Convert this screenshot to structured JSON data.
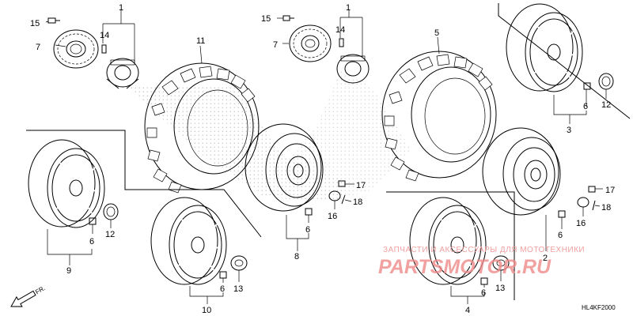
{
  "diagram_code": "HL4KF2000",
  "front_arrow_label": "FR.",
  "watermark": {
    "line1": "ЗАПЧАСТИ И АКСЕССУАРЫ ДЛЯ МОТОТЕХНИКИ",
    "line2": "PARTSMOTOR.RU"
  },
  "callouts": [
    {
      "id": "c15a",
      "text": "15"
    },
    {
      "id": "c1a",
      "text": "1"
    },
    {
      "id": "c7a",
      "text": "7"
    },
    {
      "id": "c14a",
      "text": "14"
    },
    {
      "id": "c11",
      "text": "11"
    },
    {
      "id": "c15b",
      "text": "15"
    },
    {
      "id": "c1b",
      "text": "1"
    },
    {
      "id": "c7b",
      "text": "7"
    },
    {
      "id": "c14b",
      "text": "14"
    },
    {
      "id": "c5",
      "text": "5"
    },
    {
      "id": "c6a",
      "text": "6"
    },
    {
      "id": "c12a",
      "text": "12"
    },
    {
      "id": "c3",
      "text": "3"
    },
    {
      "id": "c17a",
      "text": "17"
    },
    {
      "id": "c18a",
      "text": "18"
    },
    {
      "id": "c16a",
      "text": "16"
    },
    {
      "id": "c6b",
      "text": "6"
    },
    {
      "id": "c8",
      "text": "8"
    },
    {
      "id": "c6c",
      "text": "6"
    },
    {
      "id": "c12b",
      "text": "12"
    },
    {
      "id": "c9",
      "text": "9"
    },
    {
      "id": "c6d",
      "text": "6"
    },
    {
      "id": "c13a",
      "text": "13"
    },
    {
      "id": "c10",
      "text": "10"
    },
    {
      "id": "c17b",
      "text": "17"
    },
    {
      "id": "c18b",
      "text": "18"
    },
    {
      "id": "c16b",
      "text": "16"
    },
    {
      "id": "c6e",
      "text": "6"
    },
    {
      "id": "c2",
      "text": "2"
    },
    {
      "id": "c6f",
      "text": "6"
    },
    {
      "id": "c13b",
      "text": "13"
    },
    {
      "id": "c4",
      "text": "4"
    }
  ]
}
